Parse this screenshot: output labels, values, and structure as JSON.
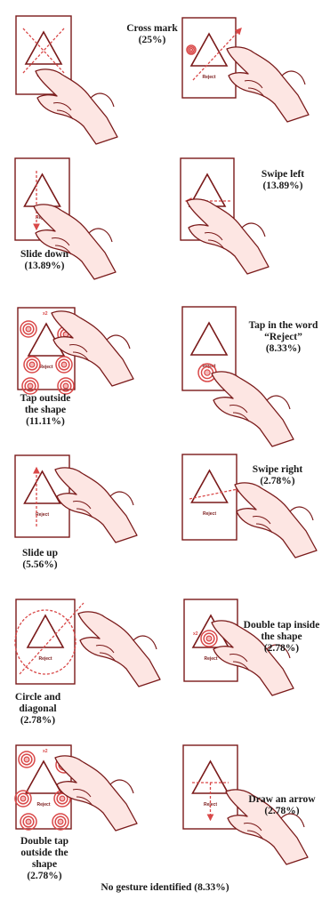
{
  "theme": {
    "stroke": "#7a1a1a",
    "skin": "#fde6e3",
    "red": "#d94848",
    "red_fill": "#f4b8b8",
    "card_fill": "#ffffff"
  },
  "card_word": "Reject",
  "tap_count_mark": "x2",
  "gestures": [
    {
      "id": "cross-mark",
      "lines": [
        "Cross mark",
        "(25%)"
      ]
    },
    {
      "id": "swipe-up-right",
      "lines": []
    },
    {
      "id": "slide-down",
      "lines": [
        "Slide down",
        "(13.89%)"
      ]
    },
    {
      "id": "swipe-left",
      "lines": [
        "Swipe left",
        "(13.89%)"
      ]
    },
    {
      "id": "tap-outside",
      "lines": [
        "Tap outside",
        "the shape",
        "(11.11%)"
      ]
    },
    {
      "id": "tap-reject",
      "lines": [
        "Tap in the word",
        "“Reject”",
        "(8.33%)"
      ]
    },
    {
      "id": "slide-up",
      "lines": [
        "Slide up",
        "(5.56%)"
      ]
    },
    {
      "id": "swipe-right",
      "lines": [
        "Swipe right",
        "(2.78%)"
      ]
    },
    {
      "id": "circle-diagonal",
      "lines": [
        "Circle and",
        "diagonal",
        "(2.78%)"
      ]
    },
    {
      "id": "double-tap-inside",
      "lines": [
        "Double tap inside",
        "the shape",
        "(2.78%)"
      ]
    },
    {
      "id": "double-tap-outside",
      "lines": [
        "Double tap",
        "outside the",
        "shape",
        "(2.78%)"
      ]
    },
    {
      "id": "draw-arrow",
      "lines": [
        "Draw an arrow",
        "(2.78%)"
      ]
    }
  ],
  "footer": "No gesture identified (8.33%)"
}
